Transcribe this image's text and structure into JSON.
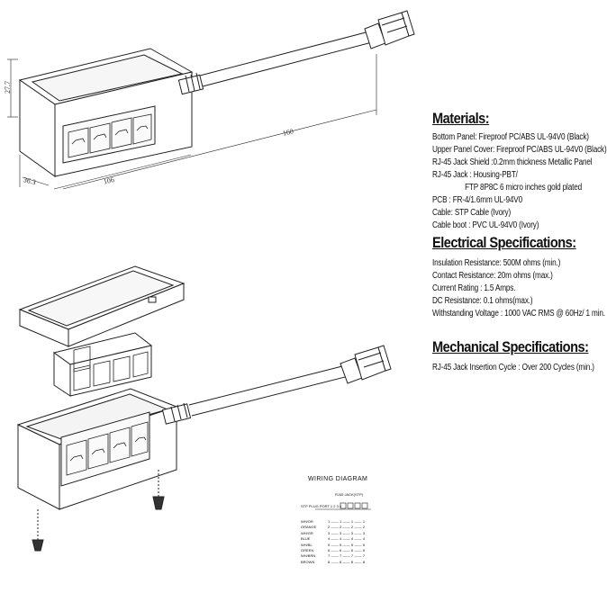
{
  "dimensions": {
    "height": "27.7",
    "length": "160",
    "width": "106",
    "depth": "36.3"
  },
  "materials": {
    "heading": "Materials:",
    "lines": [
      "Bottom Panel: Fireproof PC/ABS UL-94V0  (Black)",
      "Upper Panel Cover: Fireproof PC/ABS UL-94V0  (Black)",
      "RJ-45 Jack Shield :0.2mm thickness Metallic Panel",
      "RJ-45 Jack : Housing-PBT/",
      "FTP 8P8C 6 micro inches gold plated",
      "PCB  : FR-4/1.6mm UL-94V0",
      "Cable: STP Cable  (Ivory)",
      "Cable boot : PVC UL-94V0  (Ivory)"
    ]
  },
  "electrical": {
    "heading": "Electrical Specifications:",
    "lines": [
      "Insulation Resistance: 500M ohms (min.)",
      "Contact Resistance: 20m ohms (max.)",
      "Current Rating : 1.5 Amps.",
      "DC Resistance: 0.1 ohms(max.)",
      "Withstanding Voltage : 1000 VAC RMS @ 60Hz/ 1 min."
    ]
  },
  "mechanical": {
    "heading": "Mechanical Specifications:",
    "lines": [
      "RJ-45 Jack Insertion Cycle : Over 200 Cycles (min.)"
    ]
  },
  "wiring": {
    "title": "WIRING  DIAGRAM",
    "sub": "RJ45 JACK(STP)",
    "header": "STP  PLUG     PORT   1  2  3  4",
    "rows": [
      {
        "color": "WH/OR",
        "pins": "1 —— 1 —— 1 —— 1"
      },
      {
        "color": "ORANGE",
        "pins": "2 —— 2 —— 2 —— 2"
      },
      {
        "color": "WH/GR",
        "pins": "3 —— 3 —— 3 —— 3"
      },
      {
        "color": "BLUE",
        "pins": "4 —— 4 —— 4 —— 4"
      },
      {
        "color": "WH/BL",
        "pins": "5 —— 5 —— 5 —— 5"
      },
      {
        "color": "GREEN",
        "pins": "6 —— 6 —— 6 —— 6"
      },
      {
        "color": "WH/BRN",
        "pins": "7 —— 7 —— 7 —— 7"
      },
      {
        "color": "BROWN",
        "pins": "8 —— 8 —— 8 —— 8"
      }
    ]
  }
}
